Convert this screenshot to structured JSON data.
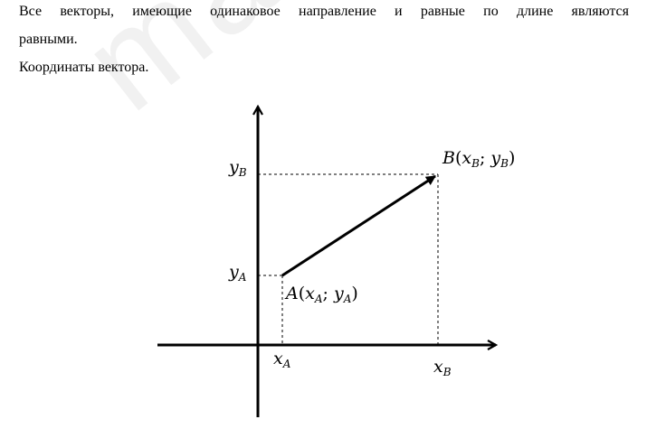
{
  "paragraph": {
    "words": [
      "Все",
      "векторы,",
      "имеющие",
      "одинаковое",
      "направление",
      "и",
      "равные",
      "по",
      "длине",
      "являются"
    ],
    "continuation": "равными."
  },
  "heading": "Координаты вектора.",
  "watermark": "mathematik",
  "diagram": {
    "point_a": {
      "letter": "A",
      "open": "(",
      "x": "x",
      "x_sub": "A",
      "sep": "; ",
      "y": "y",
      "y_sub": "A",
      "close": ")"
    },
    "point_b": {
      "letter": "B",
      "open": "(",
      "x": "x",
      "x_sub": "B",
      "sep": "; ",
      "y": "y",
      "y_sub": "B",
      "close": ")"
    },
    "x_a": {
      "base": "x",
      "sub": "A"
    },
    "x_b": {
      "base": "x",
      "sub": "B"
    },
    "y_a": {
      "base": "y",
      "sub": "A"
    },
    "y_b": {
      "base": "y",
      "sub": "B"
    }
  }
}
